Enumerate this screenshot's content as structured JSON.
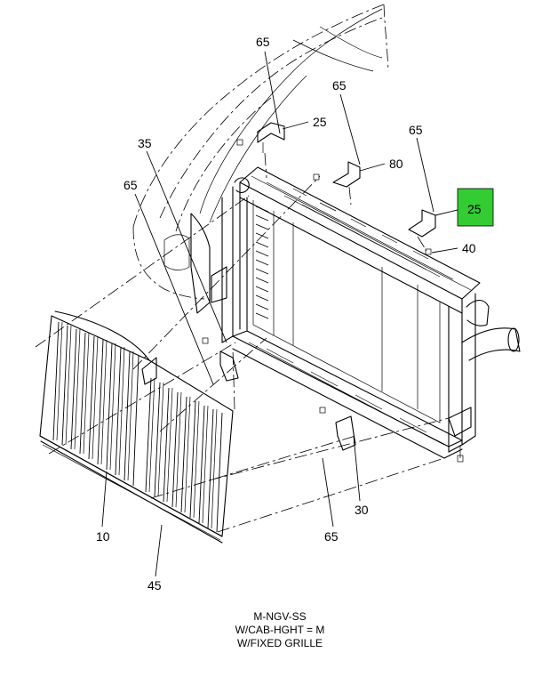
{
  "callouts": [
    {
      "id": "c1",
      "label": "65"
    },
    {
      "id": "c2",
      "label": "25"
    },
    {
      "id": "c3",
      "label": "65"
    },
    {
      "id": "c4",
      "label": "80"
    },
    {
      "id": "c5",
      "label": "65"
    },
    {
      "id": "c6",
      "label": "25",
      "highlight": "#33cc33"
    },
    {
      "id": "c7",
      "label": "40"
    },
    {
      "id": "c8",
      "label": "35"
    },
    {
      "id": "c9",
      "label": "65"
    },
    {
      "id": "c10",
      "label": "30"
    },
    {
      "id": "c11",
      "label": "65"
    },
    {
      "id": "c12",
      "label": "10"
    },
    {
      "id": "c13",
      "label": "45"
    }
  ],
  "notes": [
    "M-NGV-SS",
    "W/CAB-HGHT = M",
    "W/FIXED GRILLE"
  ],
  "colors": {
    "highlight": "#33cc33",
    "line": "#000000"
  }
}
